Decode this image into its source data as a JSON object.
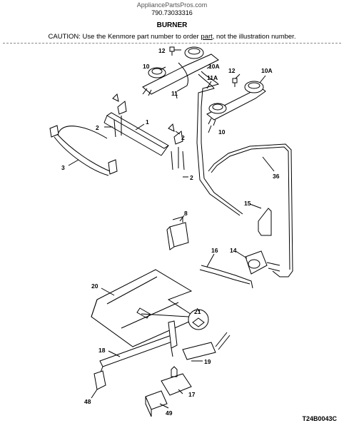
{
  "header": {
    "site": "AppliancePartsPros.com",
    "model": "790.73033316",
    "title": "BURNER",
    "caution_pre": "CAUTION: Use the Kenmore part number to order ",
    "caution_link": "part",
    "caution_post": ", not the illustration number."
  },
  "callouts": {
    "c12a": "12",
    "c10a": "10",
    "c10Aa": "10A",
    "c12b": "12",
    "c10Ab": "10A",
    "c11A": "11A",
    "c11": "11",
    "c1": "1",
    "c2a": "2",
    "c2b": "2",
    "c2c": "2",
    "c10b": "10",
    "c3": "3",
    "c36": "36",
    "c15": "15",
    "c8": "8",
    "c16": "16",
    "c14": "14",
    "c20": "20",
    "c21": "21",
    "c18": "18",
    "c19": "19",
    "c48": "48",
    "c17": "17",
    "c49": "49"
  },
  "footer": {
    "code": "T24B0043C"
  }
}
